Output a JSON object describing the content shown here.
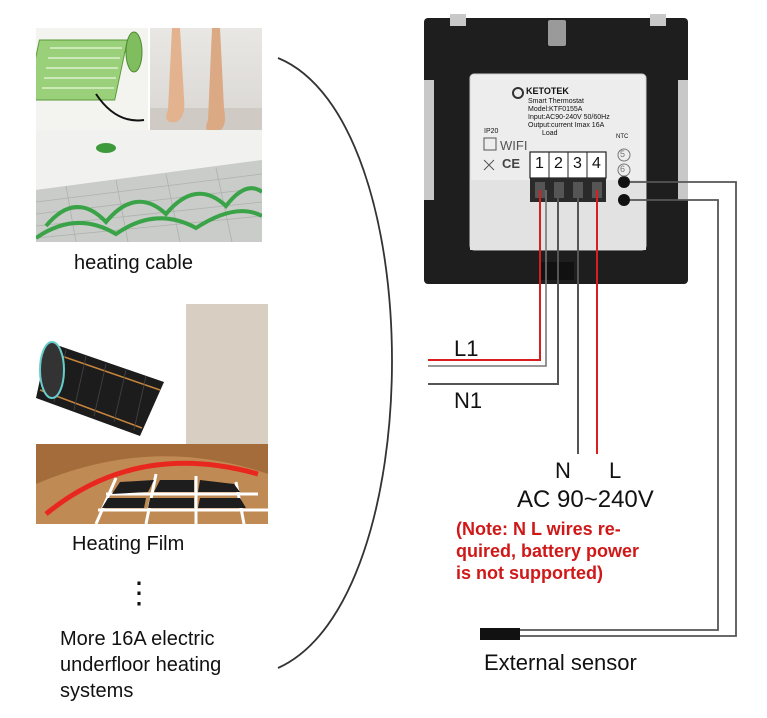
{
  "left_panel": {
    "cable_caption": "heating cable",
    "film_caption": "Heating Film",
    "ellipsis": "⋮",
    "more_lines": [
      "More 16A electric",
      "underfloor heating",
      "systems"
    ]
  },
  "thermostat": {
    "brand": "KETOTEK",
    "product": "Smart Thermostat",
    "model": "Model:KTF0155A",
    "input": "Input:AC90-240V 50/60Hz",
    "output": "Output:current Imax 16A",
    "load": "Load",
    "ip": "IP20",
    "wifi": "WIFI",
    "ce": "CE",
    "terminals": [
      "1",
      "2",
      "3",
      "4"
    ],
    "extra_terminals": [
      "5",
      "6"
    ],
    "ntc": "NTC"
  },
  "wiring": {
    "l1": "L1",
    "n1": "N1",
    "n": "N",
    "l": "L",
    "ac": "AC 90~240V",
    "note_lines": [
      "(Note: N L wires re-",
      "quired, battery power",
      "is not supported)"
    ],
    "sensor": "External sensor"
  },
  "colors": {
    "live_wire": "#d81e1e",
    "neutral_wire": "#555555",
    "note": "#d01818"
  }
}
